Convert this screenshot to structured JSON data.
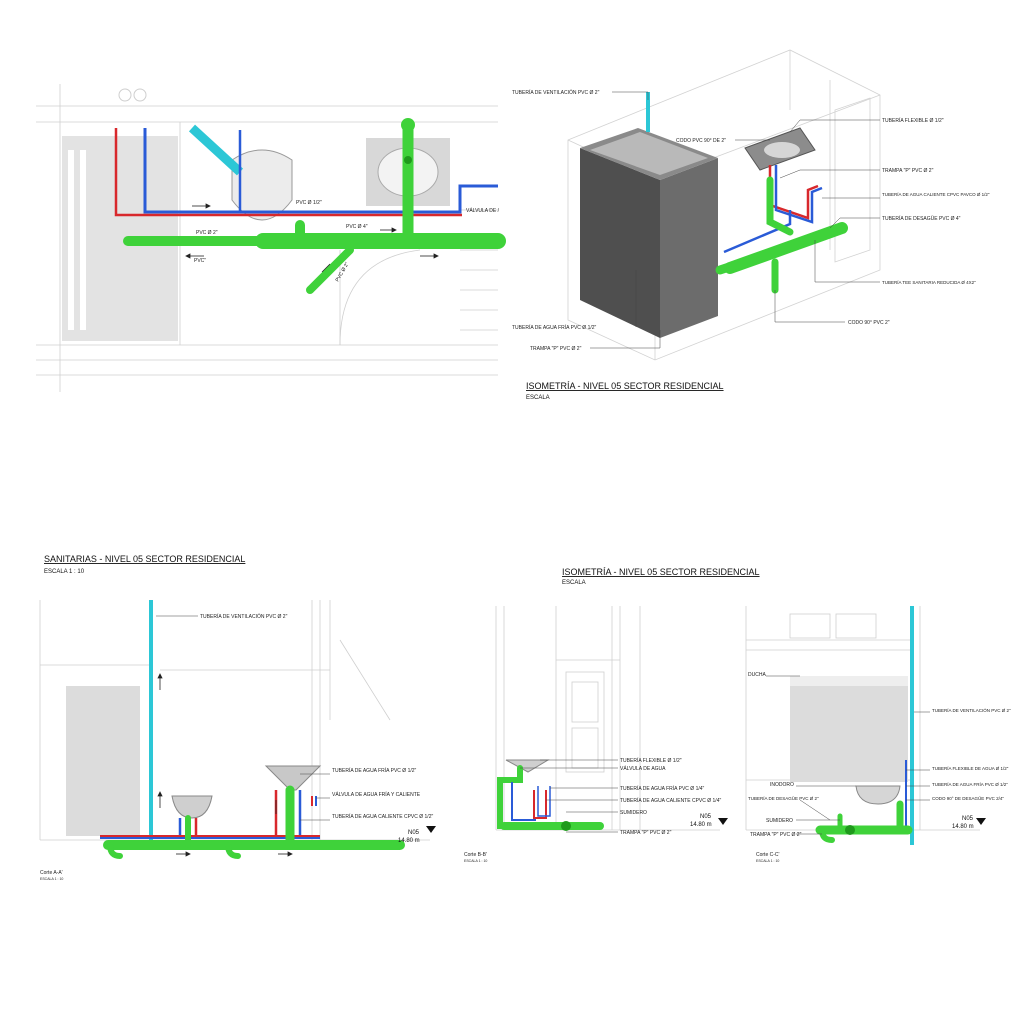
{
  "top_left_plan": {
    "labels": [
      "PVC Ø 1/2\"",
      "PVC Ø 4\"",
      "PVC Ø 2\"",
      "PVC\"",
      "VÁLVULA DE /",
      "PVC Ø 2\""
    ]
  },
  "top_right_iso": {
    "title": "ISOMETRÍA - NIVEL 05 SECTOR RESIDENCIAL",
    "scale": "ESCALA",
    "labels": {
      "vent": "TUBERÍA DE VENTILACIÓN PVC Ø 2\"",
      "codo_90_top": "CODO PVC 90° DE 2\"",
      "flexible": "TUBERÍA FLEXIBLE Ø 1/2\"",
      "trampa_right": "TRAMPA \"P\" PVC Ø 2\"",
      "agua_caliente": "TUBERÍA DE AGUA CALIENTE CPVC PAVCO Ø 1/2\"",
      "desague": "TUBERÍA DE DESAGÜE PVC Ø 4\"",
      "tee": "TUBERÍA TEE SANITARIA REDUCIDA Ø 4X2\"",
      "codo_90_bottom": "CODO 90° PVC 2\"",
      "agua_fria": "TUBERÍA DE AGUA FRÍA PVC Ø 1/2\"",
      "trampa_left": "TRAMPA \"P\" PVC Ø 2\""
    }
  },
  "section_a": {
    "title": "SANITARIAS - NIVEL 05 SECTOR RESIDENCIAL",
    "scale": "ESCALA 1 : 10",
    "labels": {
      "vent": "TUBERÍA DE VENTILACIÓN PVC Ø 2\"",
      "agua_fria": "TUBERÍA DE AGUA FRÍA PVC Ø 1/2\"",
      "valvula": "VÁLVULA DE AGUA FRÍA Y CALIENTE",
      "agua_caliente": "TUBERÍA DE AGUA CALIENTE CPVC Ø 1/2\""
    },
    "level_name": "N05",
    "level_value": "14.80 m",
    "cut_label": "Corte A-A'",
    "cut_scale": "ESCALA 1 : 10"
  },
  "section_b": {
    "title": "ISOMETRÍA - NIVEL 05 SECTOR RESIDENCIAL",
    "scale": "ESCALA",
    "labels": {
      "flexible": "TUBERÍA FLEXIBLE Ø 1/2\"",
      "valvula": "VÁLVULA DE AGUA",
      "agua_fria": "TUBERÍA DE AGUA FRÍA PVC Ø 1/4\"",
      "agua_caliente": "TUBERÍA DE AGUA CALIENTE CPVC Ø 1/4\"",
      "sumidero": "SUMIDERO",
      "trampa": "TRAMPA \"P\" PVC Ø 2\""
    },
    "level_name": "N05",
    "level_value": "14.80 m",
    "cut_label": "Corte B-B'",
    "cut_scale": "ESCALA 1 : 10"
  },
  "section_c": {
    "labels": {
      "ducha": "DUCHA",
      "vent": "TUBERÍA DE VENTILACIÓN PVC Ø 2\"",
      "flexible": "TUBERÍA FLEXIBLE DE AGUA Ø 1/2\"",
      "agua_fria": "TUBERÍA DE AGUA FRÍA PVC Ø 1/2\"",
      "codo": "CODO 90° DE DESAGÜE PVC 2/4\"",
      "inodoro": "INODORO",
      "desague": "TUBERÍA DE DESAGÜE PVC Ø 2\"",
      "sumidero": "SUMIDERO",
      "trampa": "TRAMPA \"P\" PVC Ø 2\""
    },
    "level_name": "N05",
    "level_value": "14.80 m",
    "cut_label": "Corte C-C'",
    "cut_scale": "ESCALA 1 : 10"
  },
  "colors": {
    "drain": "#3fd23a",
    "drain_dark": "#1f9a1c",
    "cold": "#2a5bd7",
    "hot": "#d8282c",
    "vent": "#2cc7d6",
    "box": "#5a5a5a",
    "line": "#bdbdbd"
  }
}
